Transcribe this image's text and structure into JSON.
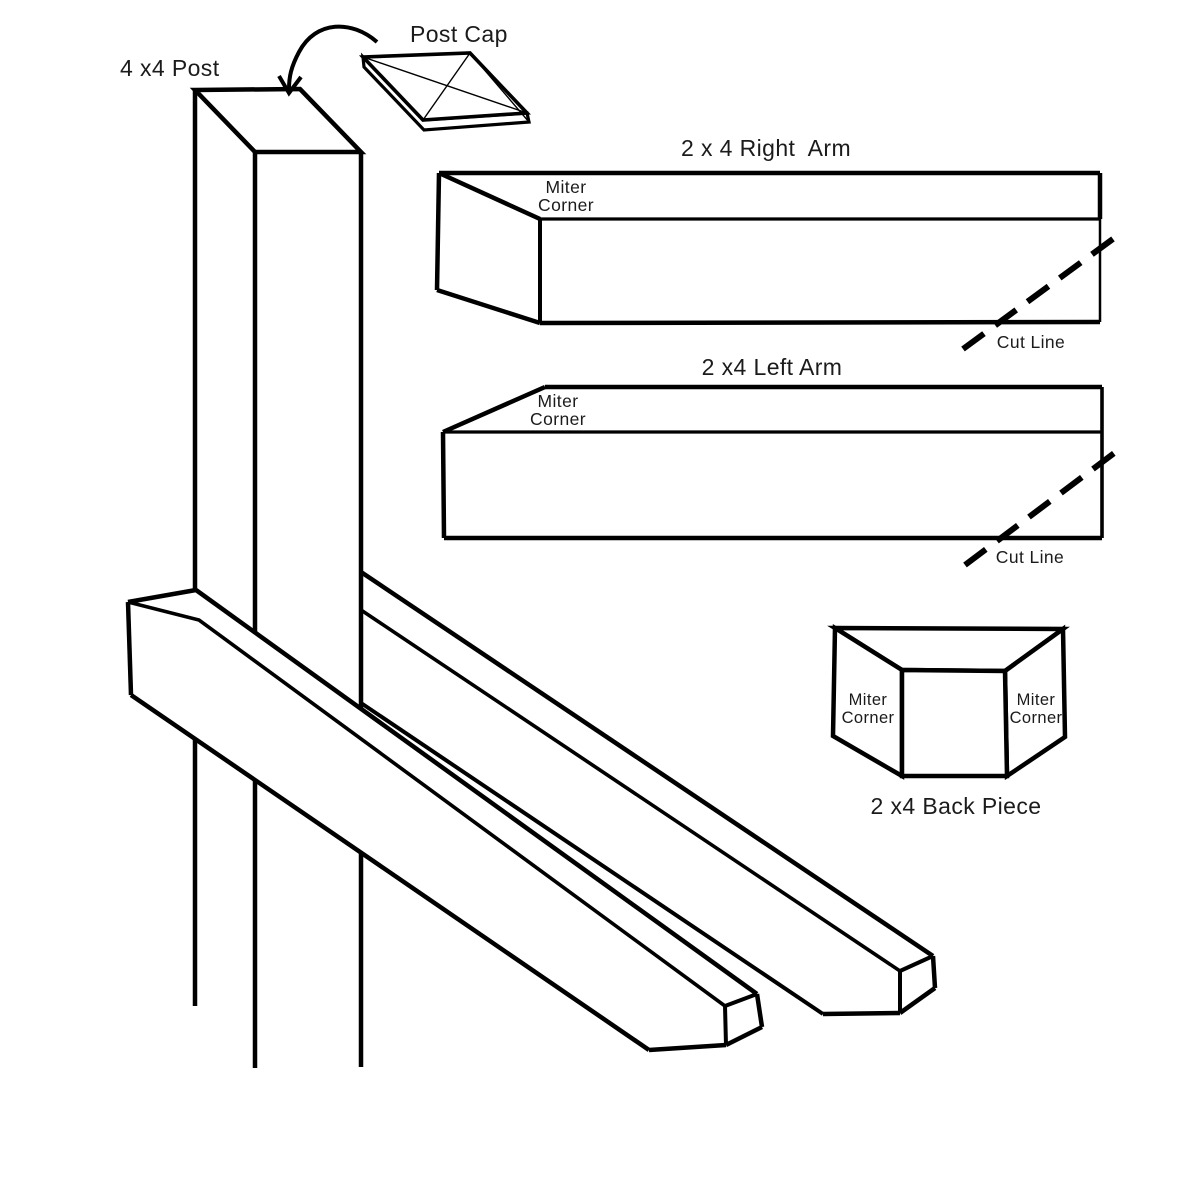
{
  "labels": {
    "post": "4 x4 Post",
    "post_cap": "Post Cap",
    "right_arm_title": "2 x 4 Right  Arm",
    "left_arm_title": "2 x4 Left Arm",
    "back_piece_title": "2 x4 Back Piece",
    "miter_line1": "Miter",
    "miter_line2": "Corner",
    "cut_line": "Cut Line"
  },
  "colors": {
    "line": "#000000",
    "background": "#ffffff",
    "text": "#1b1b1b"
  }
}
